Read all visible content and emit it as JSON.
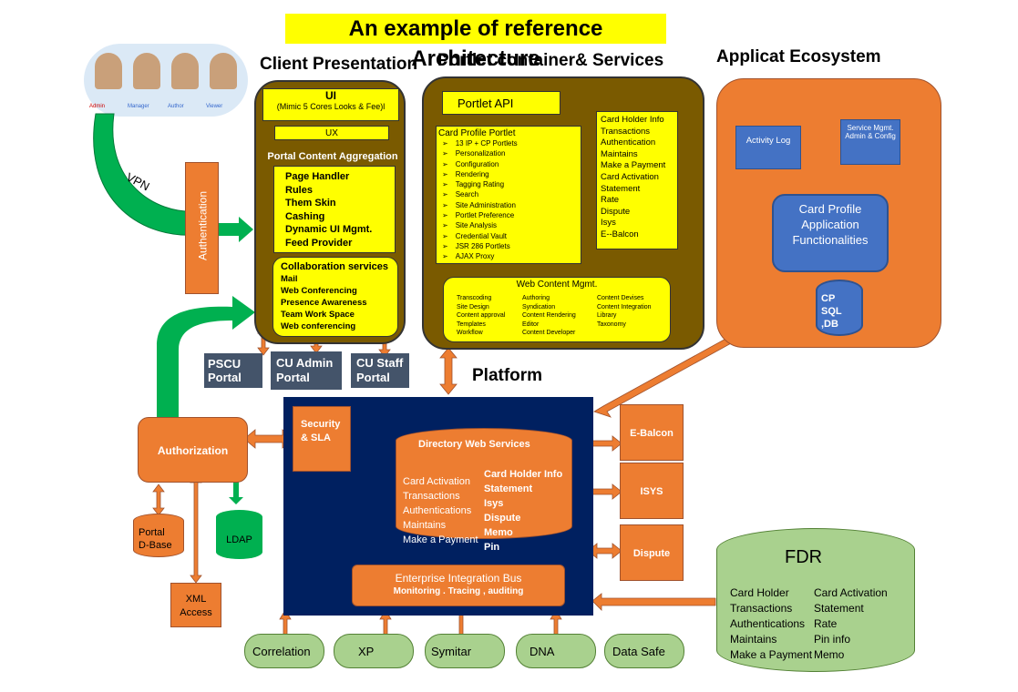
{
  "title": "An example of reference Architecture",
  "headings": {
    "client": "Client Presentation",
    "portlet": "Portlet container& Services",
    "ecosystem": "Applicat  Ecosystem",
    "platform": "Platform"
  },
  "users": [
    "Admin",
    "Manager",
    "Author",
    "Viewer"
  ],
  "vpn": "VPN",
  "authentication": "Authentication",
  "authorization": "Authorization",
  "client": {
    "ui": "UI",
    "ui_sub": "(Mimic  5 Cores Looks & Fee)l",
    "ux": "UX",
    "aggregation_title": "Portal Content Aggregation",
    "aggregation_items": [
      "Page Handler",
      "Rules",
      "Them Skin",
      "Cashing",
      "Dynamic UI  Mgmt.",
      "Feed Provider"
    ],
    "collab_title": "Collaboration services",
    "collab_items": [
      "Mail",
      "Web Conferencing",
      "Presence Awareness",
      "Team Work Space",
      "Web conferencing"
    ]
  },
  "portals": {
    "pscu": [
      "PSCU",
      "Portal"
    ],
    "cu_admin": [
      "CU Admin",
      "Portal"
    ],
    "cu_staff": [
      "CU  Staff",
      "Portal"
    ]
  },
  "portlet": {
    "api": "Portlet  API",
    "profile_title": "Card Profile Portlet",
    "profile_items": [
      "13 IP + CP Portlets",
      "Personalization",
      "Configuration",
      "Rendering",
      "Tagging Rating",
      "Search",
      "Site  Administration",
      "Portlet  Preference",
      "Site Analysis",
      "Credential Vault",
      "JSR 286  Portlets",
      "AJAX Proxy"
    ],
    "card_items": [
      "Card Holder Info",
      "Transactions",
      "Authentication",
      "Maintains",
      "Make a Payment",
      "Card Activation",
      "Statement",
      "Rate",
      "Dispute",
      "Isys",
      "E--Balcon"
    ],
    "wcm_title": "Web Content Mgmt.",
    "wcm_col1": [
      "Transcoding",
      "Site Design",
      "Content approval",
      "Templates",
      "Workflow"
    ],
    "wcm_col2": [
      "Authoring",
      "Syndication",
      "Content Rendering",
      "Editor",
      "Content  Developer"
    ],
    "wcm_col3": [
      "Content  Devises",
      "Content Integration",
      "Library",
      "Taxonomy"
    ]
  },
  "ecosystem": {
    "activity": "Activity Log",
    "service": "Service Mgmt. Admin  & Config",
    "card_profile": "Card Profile Application Functionalities",
    "cp_db": [
      "CP",
      "SQL ,DB"
    ]
  },
  "platform": {
    "security": "Security & SLA",
    "dir_title": "Directory Web  Services",
    "dir_left": [
      "Card Activation",
      "Transactions",
      "Authentications",
      "Maintains",
      "Make a Payment"
    ],
    "dir_right": [
      "Card  Holder Info",
      "Statement",
      "Isys",
      "Dispute",
      "Memo",
      "Pin"
    ],
    "eib_title": "Enterprise Integration Bus",
    "eib_sub": "Monitoring . Tracing , auditing"
  },
  "right_boxes": {
    "ebalcon": "E-Balcon",
    "isys": "ISYS",
    "dispute": "Dispute"
  },
  "stores": {
    "portal_db": [
      "Portal",
      "D-Base"
    ],
    "ldap": "LDAP",
    "xml": [
      "XML",
      "Access"
    ]
  },
  "bottom": [
    "Correlation",
    "XP",
    "Symitar",
    "DNA",
    "Data Safe"
  ],
  "fdr": {
    "title": "FDR",
    "left": [
      "Card Holder",
      "Transactions",
      "Authentications",
      "Maintains",
      "Make a Payment"
    ],
    "right": [
      "Card Activation",
      "Statement",
      "Rate",
      "Pin  info",
      "Memo"
    ]
  },
  "colors": {
    "orange": "#ed7d31",
    "navy": "#002060",
    "brown": "#7a5a00",
    "yellow": "#ffff00",
    "green": "#a9d18e",
    "blue": "#4472c4",
    "arrow_green": "#00b050"
  }
}
